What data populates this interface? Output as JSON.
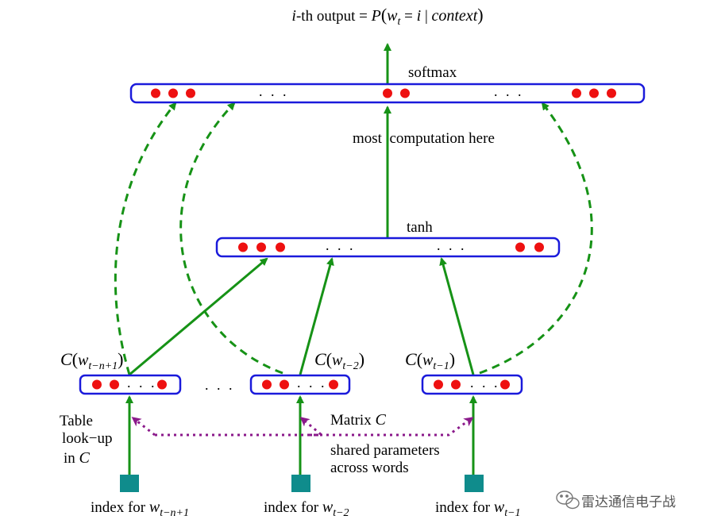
{
  "title": {
    "italic_i": "i",
    "mid": "-th output = ",
    "p": "P",
    "paren_open": "(",
    "w": "w",
    "w_sub": "t",
    "eq": " = ",
    "i2": "i",
    "bar": " | ",
    "context": "context",
    "paren_close": ")"
  },
  "layers": {
    "softmax_label": "softmax",
    "tanh_label": "tanh",
    "most_computation": "most  computation here"
  },
  "ellipsis": ". . .",
  "input_labels": {
    "c_left": {
      "c": "C",
      "open": "(",
      "w": "w",
      "sub": "t−n+1",
      "close": ")"
    },
    "c_mid": {
      "c": "C",
      "open": "(",
      "w": "w",
      "sub": "t−2",
      "close": ")"
    },
    "c_right": {
      "c": "C",
      "open": "(",
      "w": "w",
      "sub": "t−1",
      "close": ")"
    }
  },
  "table_lookup": [
    "Table",
    "look−up",
    "in "
  ],
  "table_lookup_c": "C",
  "matrix_c": {
    "text": "Matrix ",
    "c": "C"
  },
  "shared": [
    "shared parameters",
    "across words"
  ],
  "index_labels": [
    {
      "text": "index for ",
      "w": "w",
      "sub": "t−n+1"
    },
    {
      "text": "index for ",
      "w": "w",
      "sub": "t−2"
    },
    {
      "text": "index for ",
      "w": "w",
      "sub": "t−1"
    }
  ],
  "watermark": "雷达通信电子战",
  "colors": {
    "box_border": "#1a1adb",
    "neuron": "#ee1111",
    "arrow_green": "#169216",
    "shared_purple": "#8b1a8b",
    "index_square": "#0f8c8c"
  }
}
